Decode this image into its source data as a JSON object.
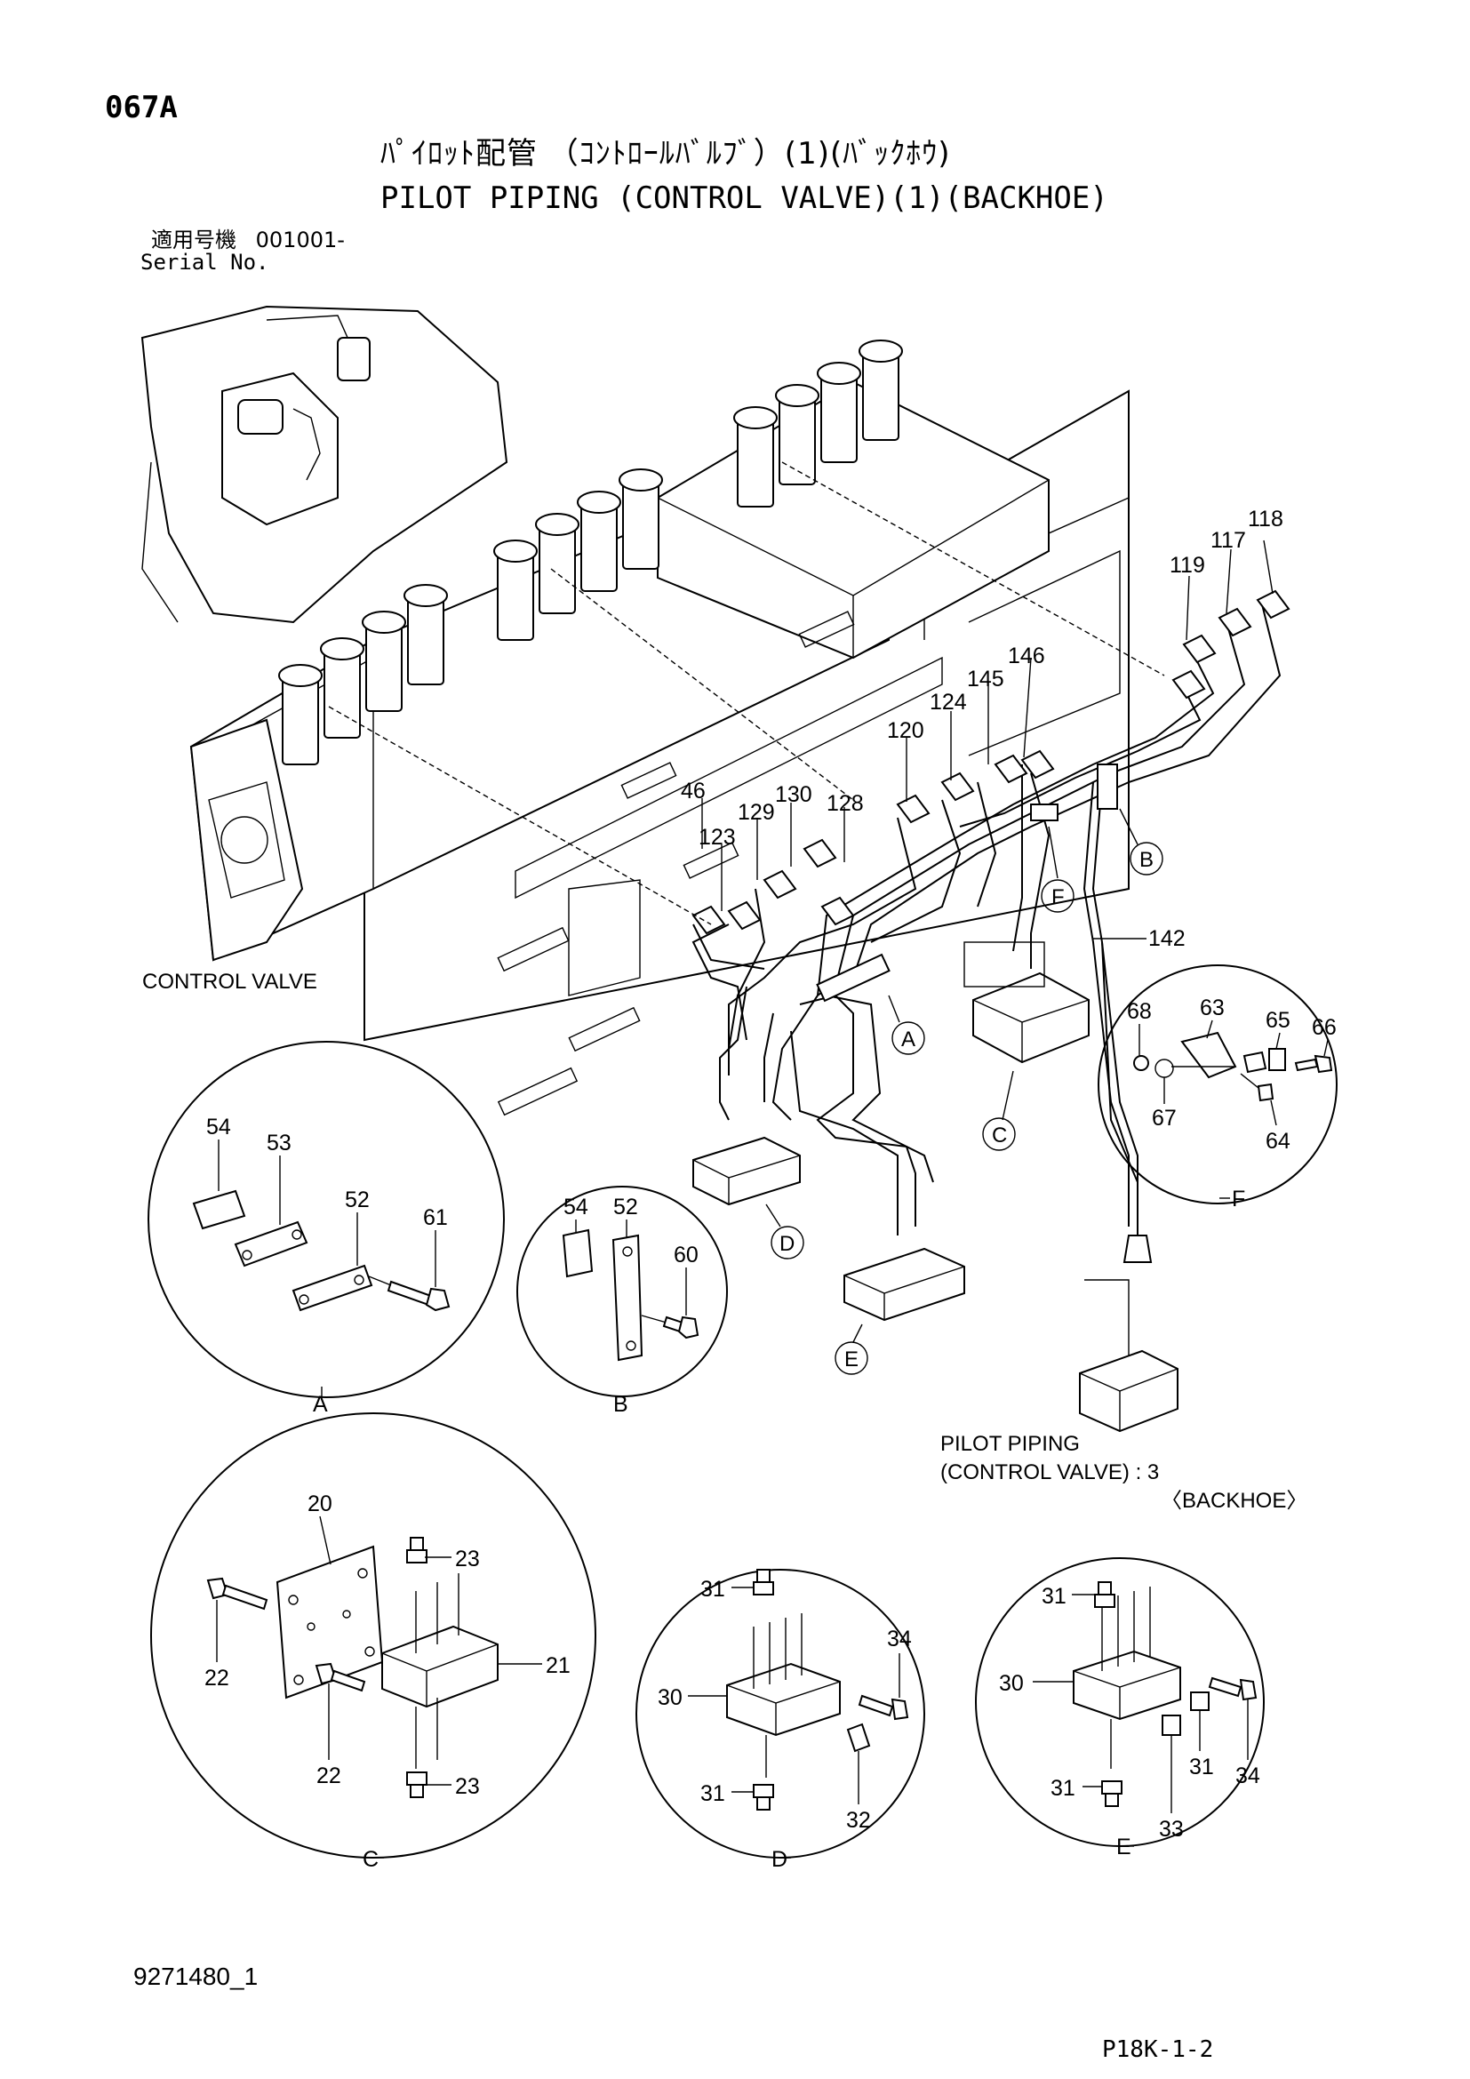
{
  "header": {
    "sheet_id": "067A",
    "title_jp": "ﾊﾟｲﾛｯﾄ配管 （ｺﾝﾄﾛｰﾙﾊﾞﾙﾌﾞ）(1)(ﾊﾞｯｸﾎｳ)",
    "title_en": "PILOT PIPING (CONTROL VALVE)(1)(BACKHOE)",
    "serial_label_jp": "適用号機",
    "serial_value": "001001-",
    "serial_label_en": "Serial No."
  },
  "labels": {
    "control_valve": "CONTROL VALVE",
    "ref_line1": "PILOT PIPING",
    "ref_line2": "(CONTROL VALVE) : 3",
    "ref_line3": "〈BACKHOE〉"
  },
  "main_callouts": {
    "c118": "118",
    "c117": "117",
    "c119": "119",
    "c146": "146",
    "c145": "145",
    "c124": "124",
    "c120": "120",
    "c46": "46",
    "c130": "130",
    "c129": "129",
    "c128": "128",
    "c123": "123",
    "c142": "142"
  },
  "detail_a": {
    "letter": "A",
    "p54": "54",
    "p53": "53",
    "p52": "52",
    "p61": "61"
  },
  "detail_b": {
    "letter": "B",
    "p54": "54",
    "p52": "52",
    "p60": "60"
  },
  "detail_c": {
    "letter": "C",
    "p20": "20",
    "p23a": "23",
    "p22a": "22",
    "p21": "21",
    "p22b": "22",
    "p23b": "23"
  },
  "detail_d": {
    "letter": "D",
    "p31a": "31",
    "p34": "34",
    "p30": "30",
    "p31b": "31",
    "p32": "32"
  },
  "detail_e": {
    "letter": "E",
    "p31a": "31",
    "p30": "30",
    "p34": "34",
    "p31b": "31",
    "p33": "33",
    "p31c": "31"
  },
  "detail_f": {
    "letter": "F",
    "p68": "68",
    "p63": "63",
    "p65": "65",
    "p66": "66",
    "p67": "67",
    "p64": "64"
  },
  "markers": {
    "A": "A",
    "B": "B",
    "C": "C",
    "D": "D",
    "E": "E",
    "F": "F"
  },
  "footer": {
    "doc_number": "9271480_1",
    "page_code": "P18K-1-2"
  }
}
